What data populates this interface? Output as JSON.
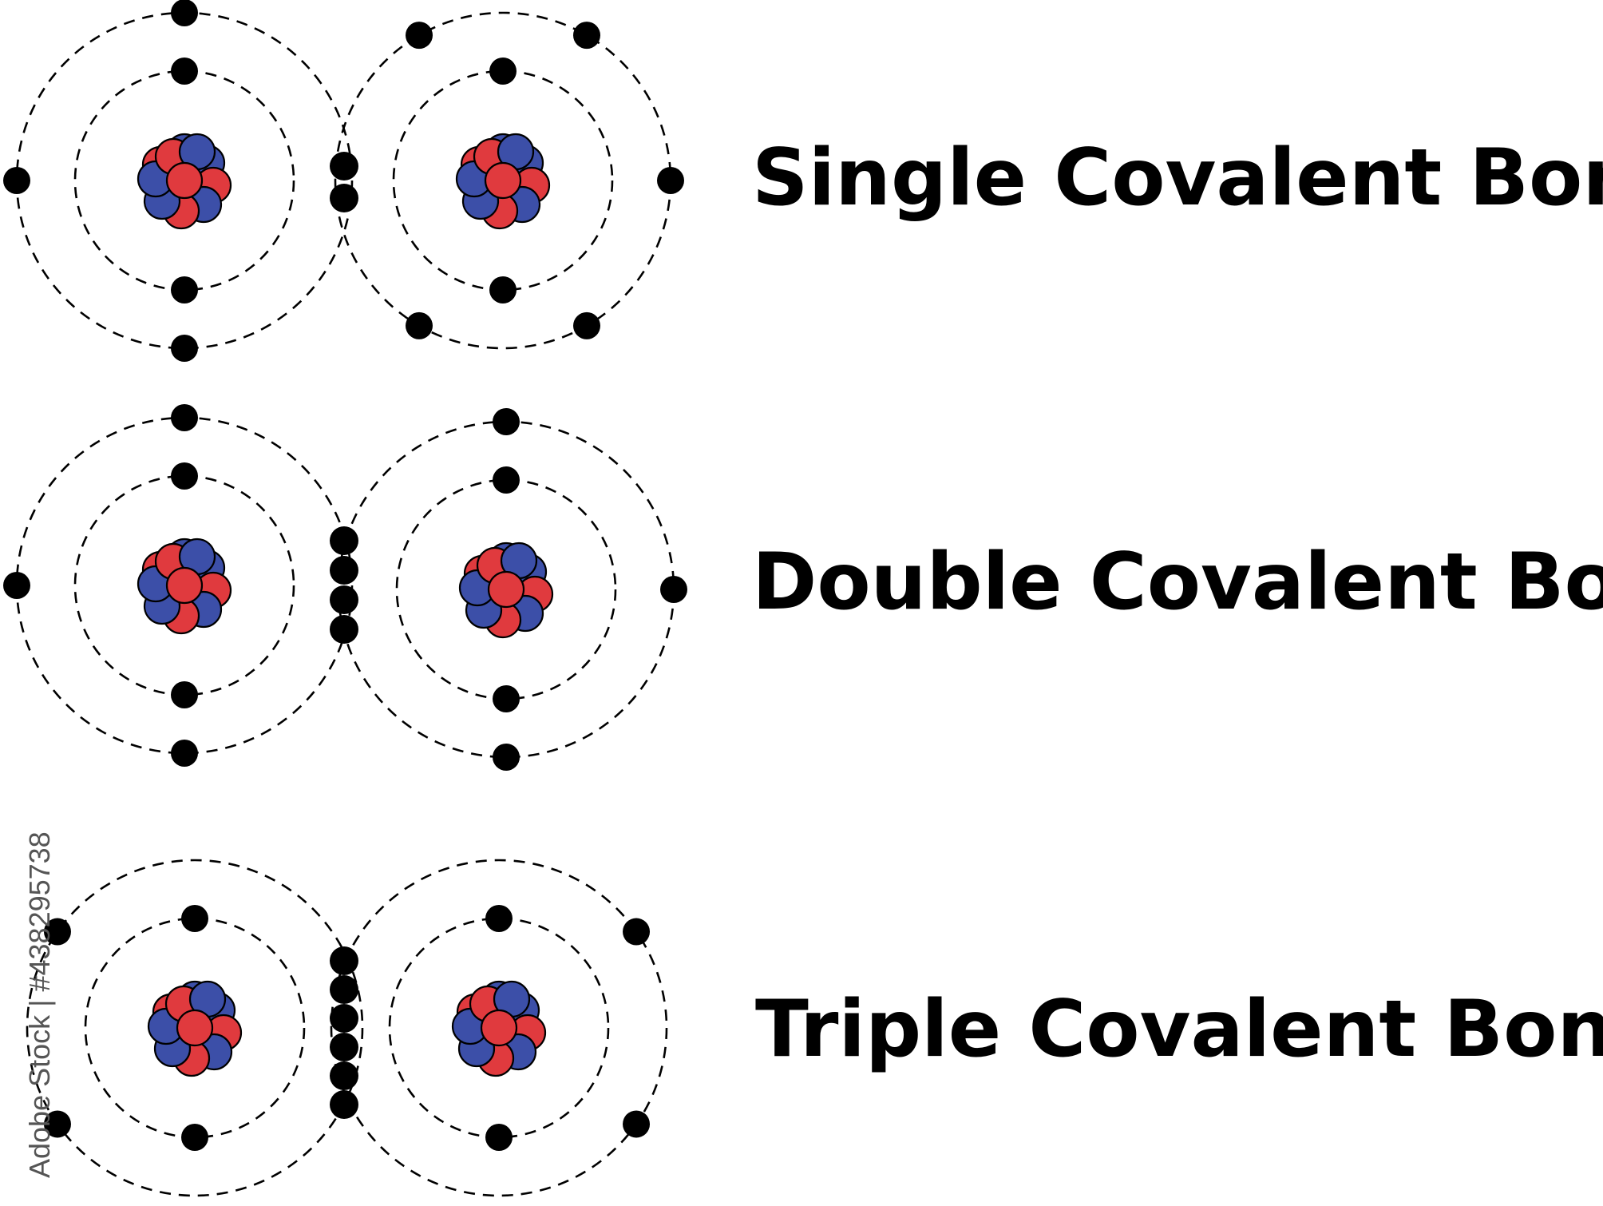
{
  "watermark": {
    "text": "Adobe Stock | #438295738"
  },
  "colors": {
    "proton": "#e03a3e",
    "neutron": "#3c4fa8",
    "electron": "#000000",
    "orbit": "#000000",
    "label": "#000000"
  },
  "diagrams": [
    {
      "id": "single",
      "label": "Single Covalent Bond",
      "shared_electrons": 2
    },
    {
      "id": "double",
      "label": "Double Covalent Bond",
      "shared_electrons": 4
    },
    {
      "id": "triple",
      "label": "Triple Covalent Bond",
      "shared_electrons": 6
    }
  ]
}
